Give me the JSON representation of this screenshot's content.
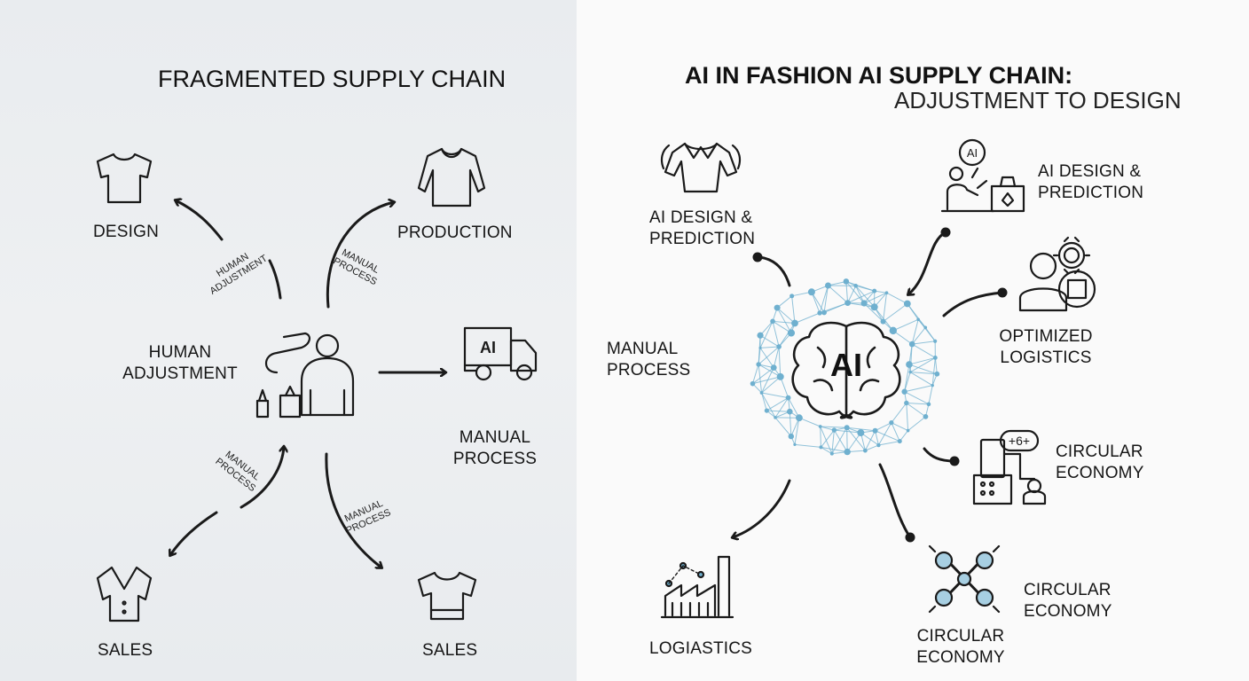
{
  "left": {
    "title": "FRAGMENTED SUPPLY CHAIN",
    "nodes": {
      "design": "DESIGN",
      "production": "PRODUCTION",
      "human_adjustment": "HUMAN ADJUSTMENT",
      "manual_process": "MANUAL PROCESS",
      "sales_left": "SALES",
      "sales_right": "SALES"
    },
    "arrow_labels": {
      "human_adjustment": "HUMAN ADJUSTMENT",
      "manual_process_top": "MANUAL PROCESS",
      "manual_process_bottom_left": "MANUAL PROCESS",
      "manual_process_bottom_right": "MANUAL PROCESS"
    },
    "icons": [
      "tshirt-icon",
      "long-sleeve-shirt-icon",
      "worker-icon",
      "ai-delivery-truck-icon",
      "blouse-icon",
      "tshirt-icon"
    ]
  },
  "right": {
    "title": "AI IN FASHION AI SUPPLY CHAIN:",
    "subtitle": "ADJUSTMENT TO DESIGN",
    "hub_label": "AI",
    "nodes": {
      "ai_design_left": "AI DESIGN & PREDICTION",
      "ai_design_right": "AI DESIGN & PREDICTION",
      "manual_process": "MANUAL PROCESS",
      "optimized_logistics": "OPTIMIZED LOGISTICS",
      "circular_economy_1": "CIRCULAR ECONOMY",
      "circular_economy_2": "CIRCULAR ECONOMY",
      "circular_economy_3": "CIRCULAR ECONOMY",
      "logistics": "LOGIASTICS"
    },
    "accent_color": "#6fb0cf",
    "icons": [
      "shirt-icon",
      "ai-designer-icon",
      "people-gear-icon",
      "robot-machine-icon",
      "molecule-icon",
      "factory-icon",
      "ai-brain-icon"
    ]
  }
}
